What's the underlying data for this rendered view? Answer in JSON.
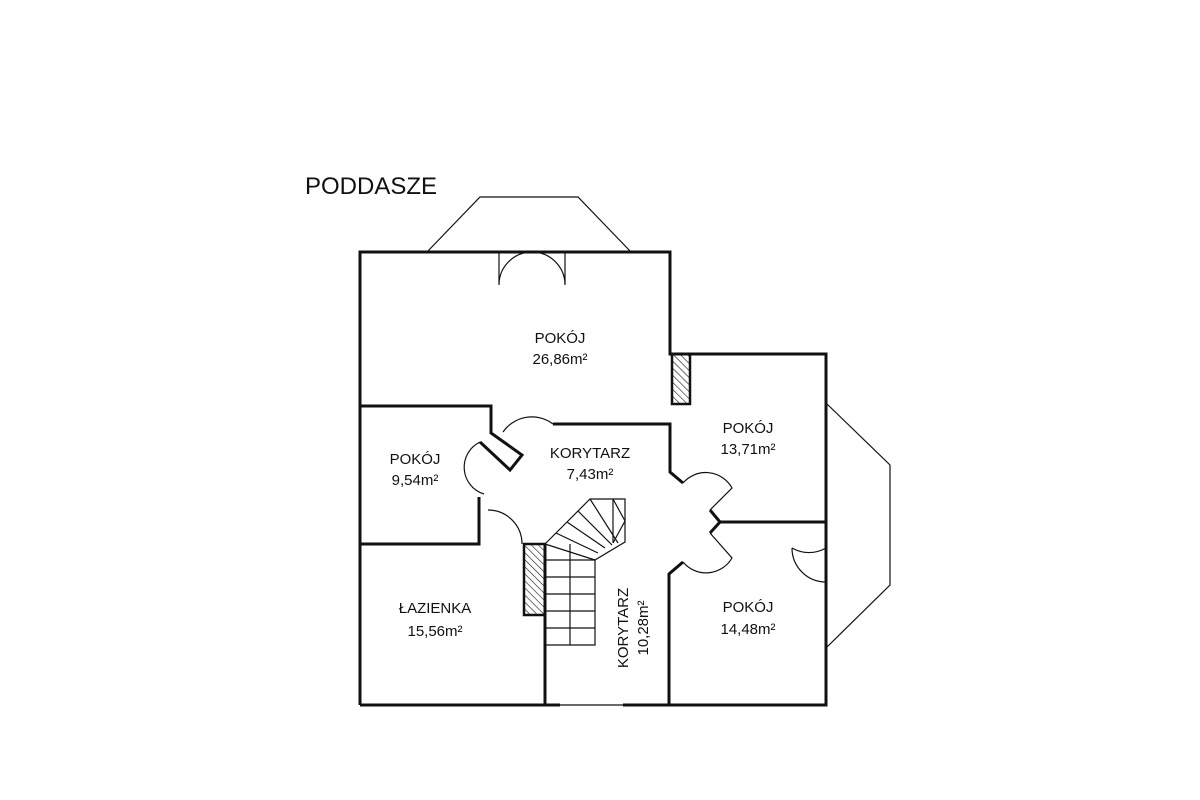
{
  "title": "PODDASZE",
  "rooms": [
    {
      "name": "POKÓJ",
      "area": "26,86m²"
    },
    {
      "name": "POKÓJ",
      "area": "9,54m²"
    },
    {
      "name": "KORYTARZ",
      "area": "7,43m²"
    },
    {
      "name": "POKÓJ",
      "area": "13,71m²"
    },
    {
      "name": "ŁAZIENKA",
      "area": "15,56m²"
    },
    {
      "name": "KORYTARZ",
      "area": "10,28m²"
    },
    {
      "name": "POKÓJ",
      "area": "14,48m²"
    }
  ]
}
